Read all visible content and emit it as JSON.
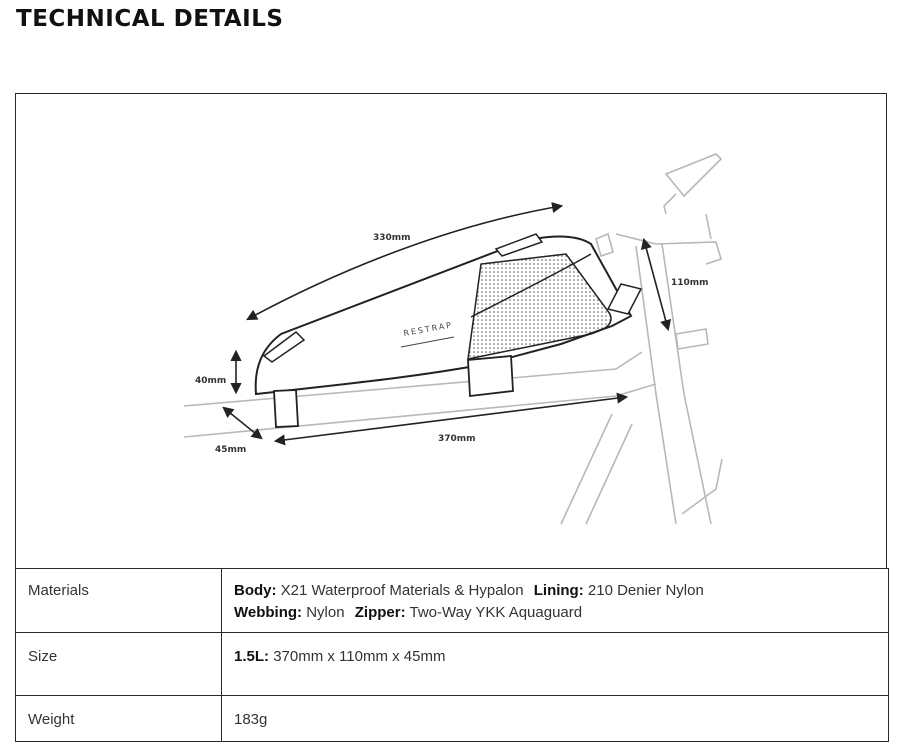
{
  "page": {
    "title": "TECHNICAL DETAILS"
  },
  "diagram": {
    "brand": "RESTRAP",
    "dimensions": {
      "length_top": "330mm",
      "height": "110mm",
      "depth": "40mm",
      "width": "45mm",
      "length_bottom": "370mm"
    }
  },
  "specs": {
    "materials": {
      "label": "Materials",
      "body_key": "Body:",
      "body_val": "X21 Waterproof Materials & Hypalon",
      "lining_key": "Lining:",
      "lining_val": "210 Denier Nylon",
      "webbing_key": "Webbing:",
      "webbing_val": "Nylon",
      "zipper_key": "Zipper:",
      "zipper_val": "Two-Way YKK Aquaguard"
    },
    "size": {
      "label": "Size",
      "key": "1.5L:",
      "val": "370mm x 110mm x 45mm"
    },
    "weight": {
      "label": "Weight",
      "val": "183g"
    }
  }
}
